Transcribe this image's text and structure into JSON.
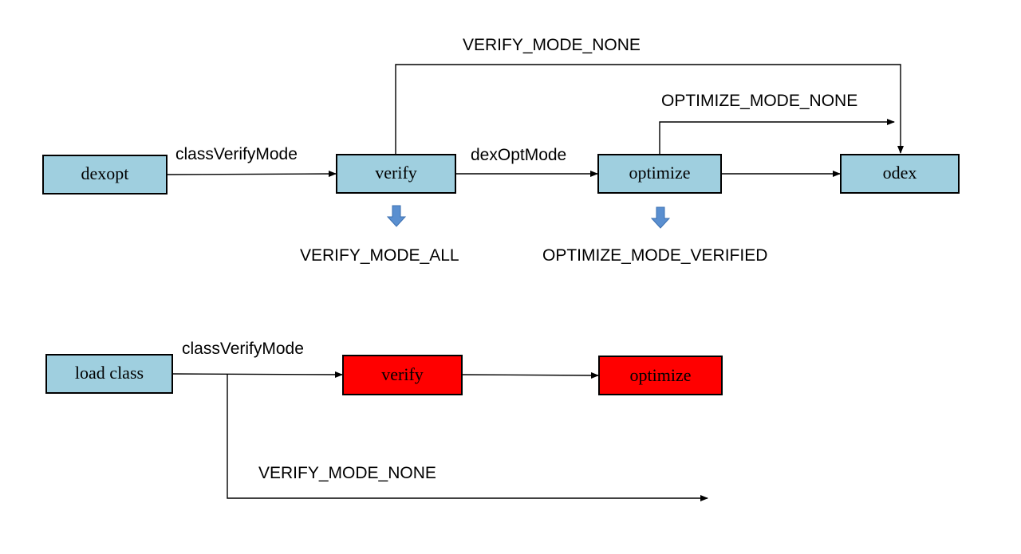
{
  "colors": {
    "node_blue": "#9fcfdf",
    "node_red": "#ff0000",
    "down_arrow": "#5a8fd0",
    "line": "#000000"
  },
  "top_flow": {
    "nodes": {
      "dexopt": "dexopt",
      "verify": "verify",
      "optimize": "optimize",
      "odex": "odex"
    },
    "labels": {
      "class_verify_mode": "classVerifyMode",
      "dex_opt_mode": "dexOptMode",
      "verify_mode_none": "VERIFY_MODE_NONE",
      "optimize_mode_none": "OPTIMIZE_MODE_NONE",
      "verify_mode_all": "VERIFY_MODE_ALL",
      "optimize_mode_verified": "OPTIMIZE_MODE_VERIFIED"
    }
  },
  "bottom_flow": {
    "nodes": {
      "load_class": "load class",
      "verify": "verify",
      "optimize": "optimize"
    },
    "labels": {
      "class_verify_mode": "classVerifyMode",
      "verify_mode_none": "VERIFY_MODE_NONE"
    }
  }
}
